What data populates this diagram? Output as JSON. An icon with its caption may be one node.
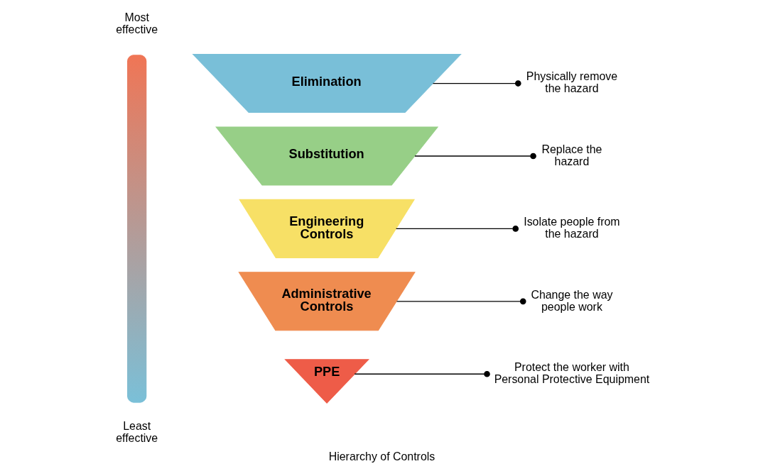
{
  "diagram": {
    "caption": "Hierarchy of Controls",
    "nodes": [
      {
        "text": [
          "Elimination"
        ]
      },
      {
        "text": [
          "Substitution"
        ]
      },
      {
        "text": [
          "Engineering Controls"
        ]
      },
      {
        "text": [
          "Administrative Controls"
        ]
      },
      {
        "text": [
          "PPE"
        ]
      },
      {
        "text": [
          "Physically remove the hazard"
        ]
      },
      {
        "text": [
          "Replace the hazard"
        ]
      },
      {
        "text": [
          "Isolate people from the hazard"
        ]
      },
      {
        "text": [
          "Change the way people work"
        ]
      },
      {
        "text": [
          "Protect the worker with Personal Protective Equipment"
        ]
      },
      {
        "text": [],
        "shape": "bar"
      }
    ],
    "edges": [
      {
        "from": 0,
        "to": 5,
        "arrow": "other"
      },
      {
        "from": 1,
        "to": 6,
        "arrow": "other"
      },
      {
        "from": 2,
        "to": 7,
        "arrow": "other"
      },
      {
        "from": 3,
        "to": 8,
        "arrow": "other"
      },
      {
        "from": 4,
        "to": 9,
        "arrow": "other"
      }
    ],
    "labels": [
      "Most effective",
      "Least effective"
    ]
  }
}
